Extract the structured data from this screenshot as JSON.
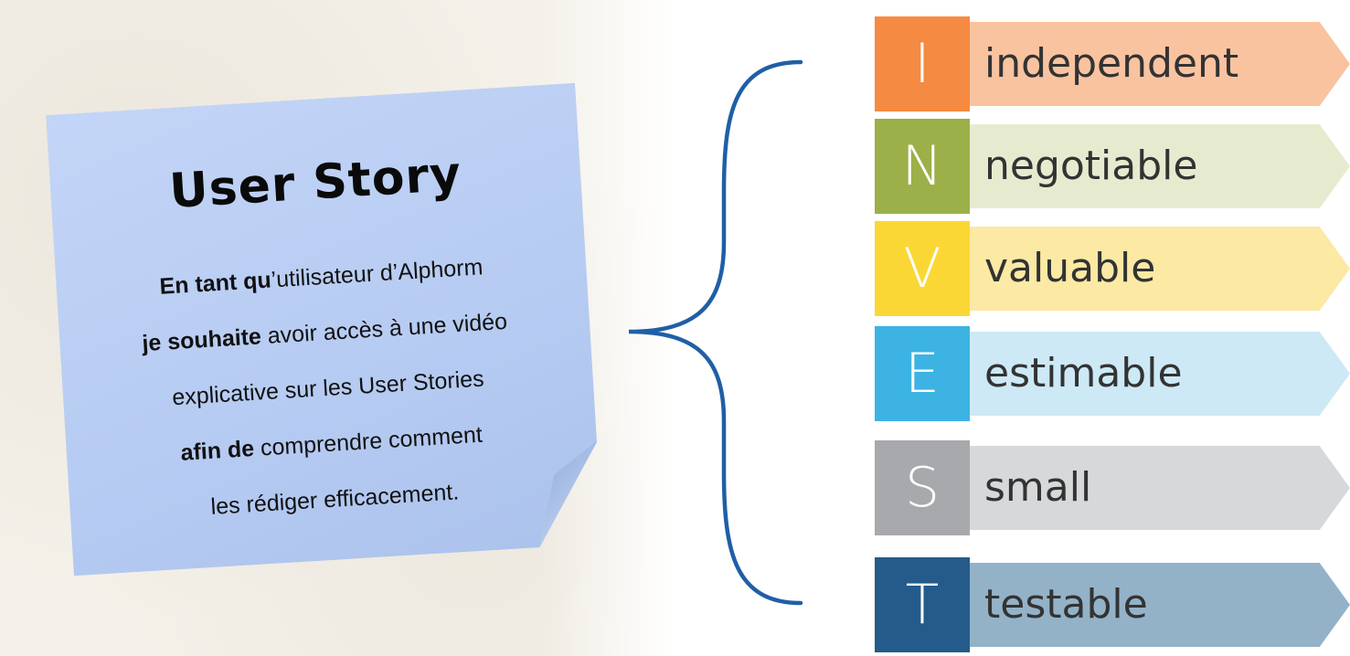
{
  "user_story": {
    "title": "User Story",
    "lines": [
      {
        "bold": "En tant qu",
        "rest": "’utilisateur d’Alphorm"
      },
      {
        "bold": "je souhaite",
        "rest": " avoir accès à une vidéo"
      },
      {
        "bold": "",
        "rest": "explicative sur les User Stories"
      },
      {
        "bold": "afin de",
        "rest": " comprendre comment"
      },
      {
        "bold": "",
        "rest": "les rédiger efficacement."
      }
    ]
  },
  "invest": [
    {
      "letter": "I",
      "word": "independent",
      "box_color": "#f58a42",
      "band_color": "#f9c3a0"
    },
    {
      "letter": "N",
      "word": "negotiable",
      "box_color": "#9bb048",
      "band_color": "#e6ebd0"
    },
    {
      "letter": "V",
      "word": "valuable",
      "box_color": "#fbd735",
      "band_color": "#fbe9a4"
    },
    {
      "letter": "E",
      "word": "estimable",
      "box_color": "#3db3e3",
      "band_color": "#cde9f6"
    },
    {
      "letter": "S",
      "word": "small",
      "box_color": "#a7a9ac",
      "band_color": "#d7d8da"
    },
    {
      "letter": "T",
      "word": "testable",
      "box_color": "#245b8a",
      "band_color": "#93b2c8"
    }
  ],
  "colors": {
    "brace": "#1f5fa6",
    "note": "#bcd0f5"
  }
}
